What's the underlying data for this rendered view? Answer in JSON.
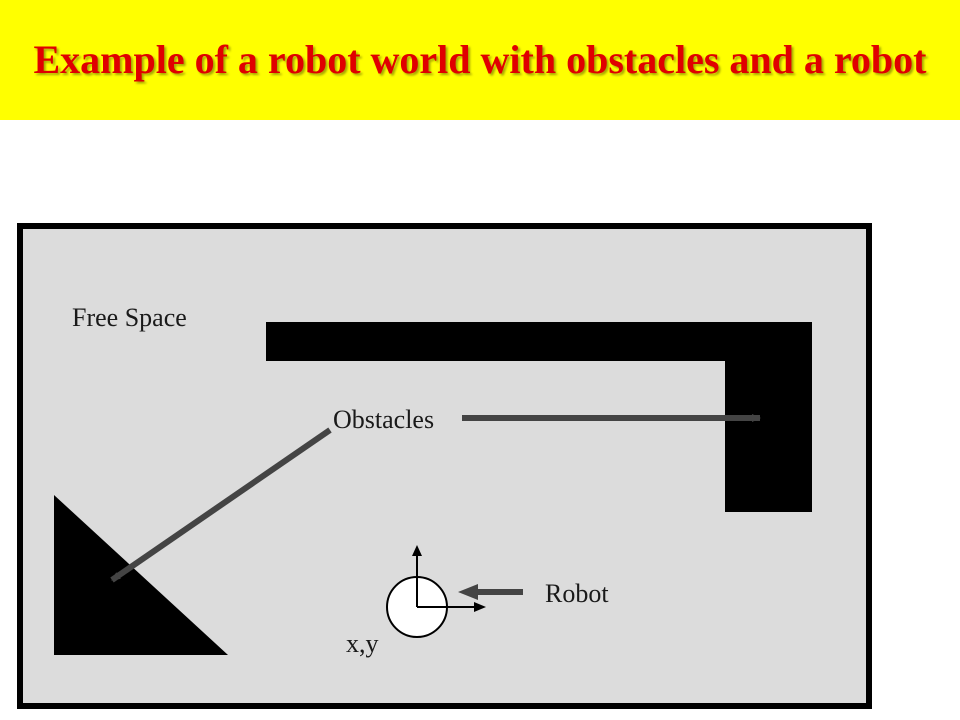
{
  "title": "Example of a robot world with obstacles and a robot",
  "diagram": {
    "labels": {
      "free_space": "Free Space",
      "obstacles": "Obstacles",
      "robot": "Robot",
      "robot_position": "x,y"
    }
  },
  "colors": {
    "title_background": "#ffff00",
    "title_text": "#e00000",
    "world_background": "#dcdcdc",
    "obstacle": "#000000",
    "arrow": "#444444"
  }
}
